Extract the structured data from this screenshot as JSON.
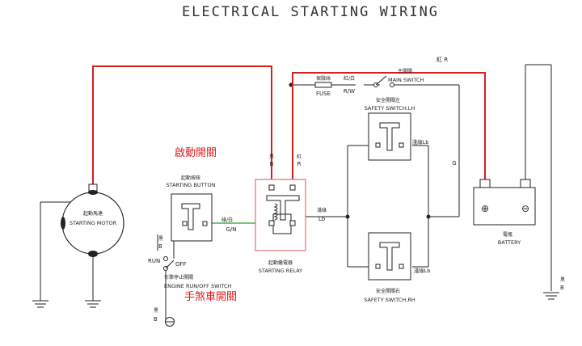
{
  "diagram": {
    "title": "ELECTRICAL STARTING WIRING",
    "starting_motor": {
      "cjk": "起動馬達",
      "label": "STARTING MOTOR"
    },
    "starting_button": {
      "cjk": "起動按鈕",
      "label": "STARTING BUTTON"
    },
    "starting_relay": {
      "cjk": "起動繼電器",
      "label": "STARTING RELAY"
    },
    "safety_switch_lh": {
      "cjk": "安全開關左",
      "label": "SAFETY SWITCH,LH",
      "wire": "淺綠Lb"
    },
    "safety_switch_rh": {
      "cjk": "安全開關右",
      "label": "SAFETY SWITCH,RH",
      "wire": "淺綠Lb"
    },
    "engine_switch": {
      "cjk": "引擎停止開關",
      "label": "ENGINE RUN/OFF SWITCH",
      "run": "RUN",
      "off": "OFF"
    },
    "main_switch": {
      "cjk": "主開關",
      "label": "MAIN SWITCH"
    },
    "fuse": {
      "cjk": "保險絲",
      "label": "FUSE"
    },
    "battery": {
      "cjk": "電瓶",
      "label": "BATTERY",
      "plus": "⊕",
      "minus": "⊖"
    },
    "wires": {
      "red_r_top": "紅 R",
      "relay_b_cjk": "黑",
      "relay_b": "B",
      "relay_r_cjk": "紅",
      "relay_r": "R",
      "button_gn_cjk": "綠/白",
      "button_gn": "G/N",
      "relay_lb_cjk": "淺綠",
      "relay_lb": "Lb",
      "fuse_rw_cjk": "紅/白",
      "fuse_rw": "R/W",
      "green_g": "G",
      "engine_b_cjk": "黑",
      "engine_b": "B",
      "bottom_b_cjk": "黑",
      "bottom_b": "B",
      "ground_b_cjk": "黑",
      "ground_b": "B"
    },
    "annotations": {
      "start_switch": "啟動開關",
      "brake_switch": "手煞車開關"
    }
  }
}
